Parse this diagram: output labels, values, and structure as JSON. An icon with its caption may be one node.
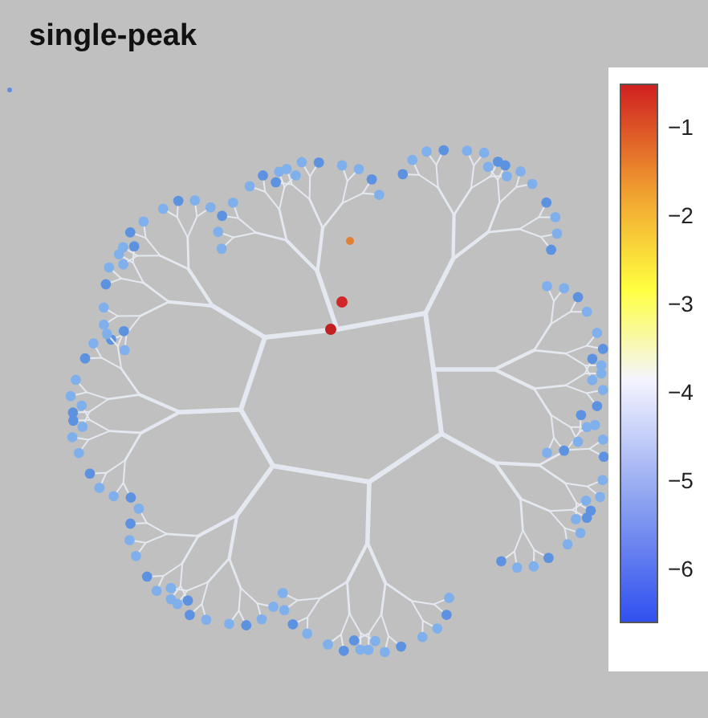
{
  "diagram": {
    "title": "single-peak",
    "labels": [
      "−1",
      "−2",
      "−3",
      "−4",
      "−5",
      "−6"
    ]
  }
}
